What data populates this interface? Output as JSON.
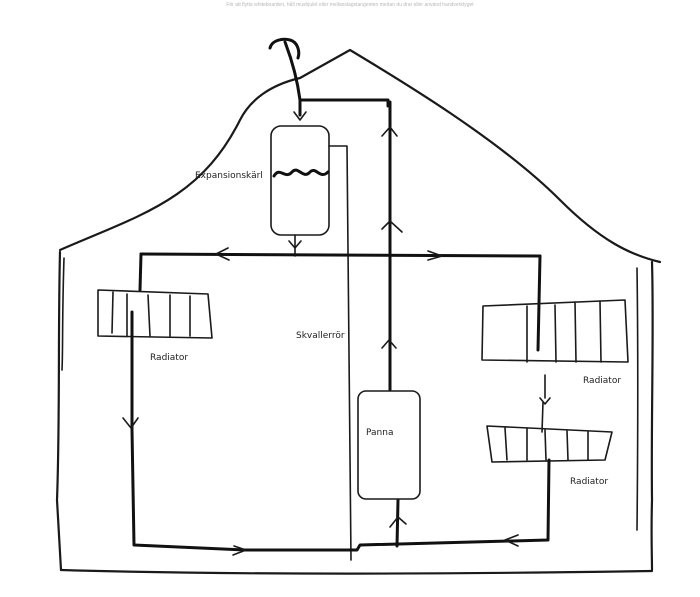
{
  "hint": "För att flytta whiteboarden, håll mushjulet eller mellanslagstangenten medan du drar eller använd handverktyget",
  "labels": {
    "expansion_vessel": "Expansionskärl",
    "overflow_pipe": "Skvallerrör",
    "boiler": "Panna",
    "radiator_left": "Radiator",
    "radiator_right_top": "Radiator",
    "radiator_right_bottom": "Radiator"
  },
  "colors": {
    "ink": "#1a1a1a",
    "background": "#ffffff",
    "hint": "#b8b8b8"
  }
}
